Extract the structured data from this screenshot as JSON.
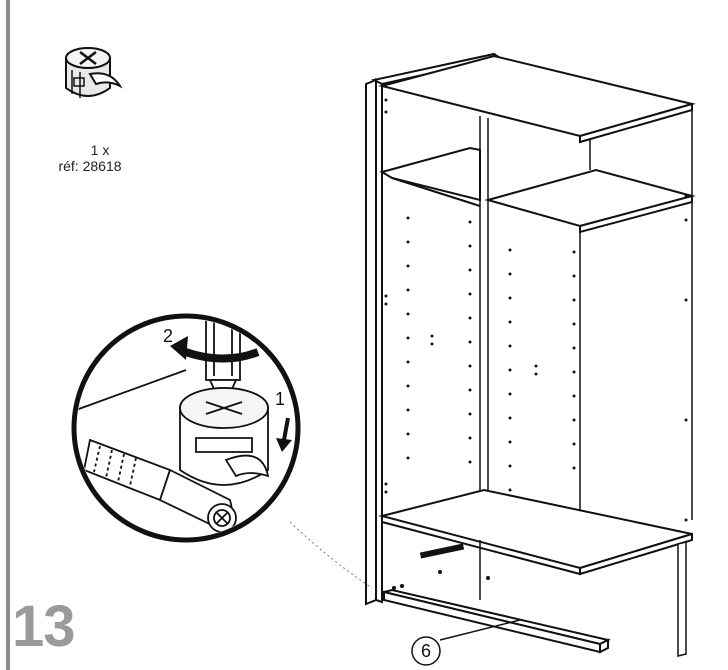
{
  "part": {
    "icon": "cam-lock-fitting-icon",
    "quantity": "1 x",
    "reference": "réf: 28618"
  },
  "step": {
    "number": "13"
  },
  "detail": {
    "steps": [
      "1",
      "2"
    ],
    "tool": "screwdriver-icon"
  },
  "callout": {
    "part_label": "6"
  }
}
